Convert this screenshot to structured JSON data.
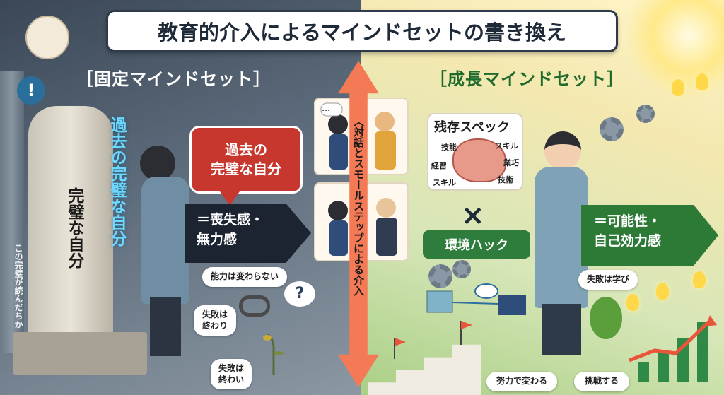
{
  "title": "教育的介入によるマインドセットの書き換え",
  "left_section": {
    "header": "［固定マインドセット］",
    "vertical_label_past": "過去の完璧な自分",
    "statue_label": "完璧な自分",
    "note_vertical": "この完璧が読んだちか",
    "bubble_red": [
      "過去の",
      "完璧な自分"
    ],
    "arrow_text": [
      "＝喪失感・",
      "無力感"
    ],
    "thought_1": "能力は変わらない",
    "thought_2": "失敗は\n終わり",
    "thought_3": "失敗は\n終わい",
    "question_mark": "?"
  },
  "center": {
    "vertical_text": "〈対話とスモールステップによる介入",
    "speech_dots": "…"
  },
  "right_section": {
    "header": "［成長マインドセット］",
    "spec_title": "残存スペック",
    "spec_labels": [
      "技能",
      "スキル",
      "経習",
      "業巧",
      "スキル",
      "技術"
    ],
    "cross": "×",
    "env_label": "環境ハック",
    "arrow_text": [
      "＝可能性・",
      "自己効力感"
    ],
    "thought_learn": "失敗は学び",
    "bottom_1": "努力で変わる",
    "bottom_2": "挑戦する"
  },
  "colors": {
    "red_bubble": "#c8372d",
    "dark_arrow": "#1b2430",
    "green_arrow": "#2d7a37",
    "orange_arrow": "#f47a55",
    "cyan_text": "#6fd8ff"
  },
  "icons": [
    "alert-icon",
    "question-icon",
    "gear-icon",
    "lightbulb-icon",
    "brain-icon",
    "chain-icon",
    "map-icon",
    "cloud-icon",
    "trend-chart-icon"
  ]
}
